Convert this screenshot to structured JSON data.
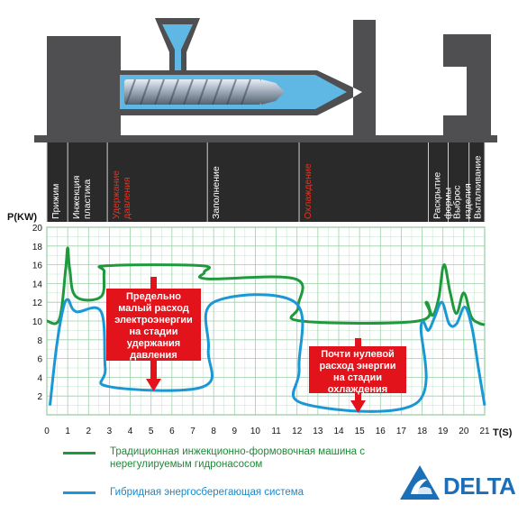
{
  "stages": [
    {
      "label": "Прижим",
      "highlight": false
    },
    {
      "label": "Инжекция пластика",
      "highlight": false
    },
    {
      "label": "Удержание давления",
      "highlight": true
    },
    {
      "label": "Заполнение",
      "highlight": false
    },
    {
      "label": "Охлаждение",
      "highlight": true
    },
    {
      "label": "Раскрытие формы",
      "highlight": false
    },
    {
      "label": "Выброс изделия",
      "highlight": false
    },
    {
      "label": "Выталкивание изделия",
      "highlight": false
    }
  ],
  "callouts": {
    "hold": "Предельно малый расход электроэнергии на стадии удержания давления",
    "cool": "Почти нулевой расход энергии на стадии охлаждения"
  },
  "legend": {
    "traditional": "Традиционная инжекционно-формовочная машина с нерегулируемым гидронасосом",
    "hybrid": "Гибридная энергосберегающая система"
  },
  "logo": {
    "text": "DELTA"
  },
  "colors": {
    "traditional": "#1e9a3c",
    "hybrid": "#1a98d5",
    "callout": "#e3131b",
    "grid": "#9ad0a8",
    "machine": "#4f4f51"
  },
  "chart_data": {
    "type": "line",
    "ylabel": "P(KW)",
    "xlabel": "T(S)",
    "xlim": [
      0,
      21
    ],
    "ylim": [
      0,
      20
    ],
    "xticks": [
      0,
      1,
      2,
      3,
      4,
      5,
      6,
      7,
      8,
      9,
      10,
      11,
      12,
      13,
      14,
      15,
      16,
      17,
      18,
      19,
      20,
      21
    ],
    "yticks": [
      2,
      4,
      6,
      8,
      10,
      12,
      14,
      16,
      18,
      20
    ],
    "grid": true,
    "series": [
      {
        "name": "Традиционная инжекционно-формовочная машина с нерегулируемым гидронасосом",
        "x": [
          0,
          0.6,
          0.9,
          1.0,
          1.1,
          1.4,
          2.6,
          2.75,
          2.9,
          7.4,
          7.55,
          7.7,
          11.9,
          12.05,
          12.2,
          17.8,
          18.2,
          18.5,
          18.8,
          19.05,
          19.35,
          19.65,
          20.0,
          20.35,
          20.7,
          21.0
        ],
        "values": [
          10,
          10.2,
          15.5,
          17.8,
          15.5,
          12.6,
          12.6,
          15.2,
          15.9,
          15.9,
          15.2,
          14.5,
          14.5,
          11.5,
          10.0,
          10.0,
          12.0,
          10.6,
          12.5,
          16.0,
          13.0,
          10.8,
          13.0,
          10.5,
          9.8,
          9.6
        ]
      },
      {
        "name": "Гибридная энергосберегающая система",
        "x": [
          0.15,
          0.45,
          0.75,
          1.0,
          1.4,
          2.6,
          2.8,
          3.0,
          7.5,
          7.75,
          8.0,
          11.9,
          12.1,
          12.3,
          17.7,
          17.95,
          18.3,
          18.6,
          18.95,
          19.3,
          19.65,
          20.05,
          20.4,
          20.7,
          21.0
        ],
        "values": [
          1,
          7.0,
          11.0,
          12.3,
          11.0,
          11.0,
          5.0,
          3.0,
          3.0,
          7.0,
          12.0,
          12.0,
          5.0,
          1.2,
          1.2,
          9.5,
          9.0,
          10.4,
          12.0,
          9.7,
          9.7,
          11.5,
          9.2,
          5.0,
          1.0
        ]
      }
    ]
  }
}
